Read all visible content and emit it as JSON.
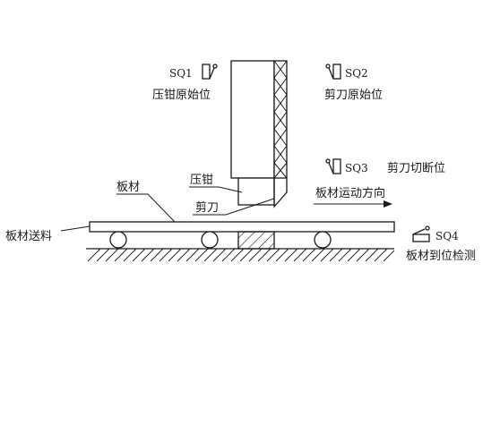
{
  "labels": {
    "sq1": "SQ1",
    "sq1_desc": "压钳原始位",
    "sq2": "SQ2",
    "sq2_desc": "剪刀原始位",
    "sq3": "SQ3",
    "sq3_desc": "剪刀切断位",
    "sq4": "SQ4",
    "sq4_desc": "板材到位检测",
    "clamp": "压钳",
    "blade": "剪刀",
    "plate": "板材",
    "feed": "板材送料",
    "direction": "板材运动方向"
  },
  "colors": {
    "line": "#1a1a1a",
    "background": "#ffffff"
  }
}
